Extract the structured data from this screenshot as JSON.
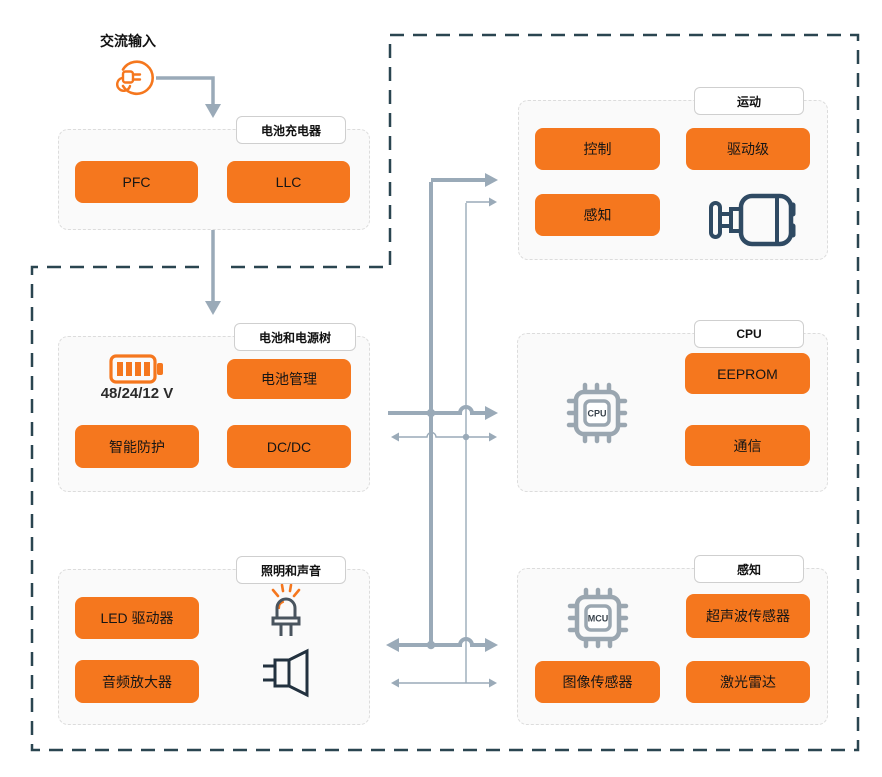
{
  "palette": {
    "block_orange": "#f5771e",
    "bus_gray": "#9aaab8",
    "boundary_navy": "#2a4550",
    "group_bg": "#fafafa",
    "group_border": "#dcdcdc",
    "icon_navy": "#2f4a63",
    "chip_gray": "#9aa6b0"
  },
  "ac_input": {
    "label": "交流输入",
    "icon": "power-plug-icon"
  },
  "groups": {
    "charger": {
      "title": "电池充电器",
      "buttons": {
        "pfc": "PFC",
        "llc": "LLC"
      }
    },
    "battery": {
      "title": "电池和电源树",
      "icon": "battery-icon",
      "voltage_label": "48/24/12 V",
      "buttons": {
        "bms": "电池管理",
        "protection": "智能防护",
        "dcdc": "DC/DC"
      }
    },
    "lighting": {
      "title": "照明和声音",
      "icons": [
        "led-icon",
        "speaker-icon"
      ],
      "buttons": {
        "led_driver": "LED 驱动器",
        "audio_amp": "音频放大器"
      }
    },
    "motion": {
      "title": "运动",
      "icon": "motor-icon",
      "buttons": {
        "control": "控制",
        "drive_stage": "驱动级",
        "sensing": "感知"
      }
    },
    "cpu": {
      "title": "CPU",
      "icon": "cpu-chip-icon",
      "chip_label": "CPU",
      "buttons": {
        "eeprom": "EEPROM",
        "comm": "通信"
      }
    },
    "sensing": {
      "title": "感知",
      "icon": "mcu-chip-icon",
      "chip_label": "MCU",
      "buttons": {
        "ultrasonic": "超声波传感器",
        "image_sensor": "图像传感器",
        "lidar": "激光雷达"
      }
    }
  }
}
